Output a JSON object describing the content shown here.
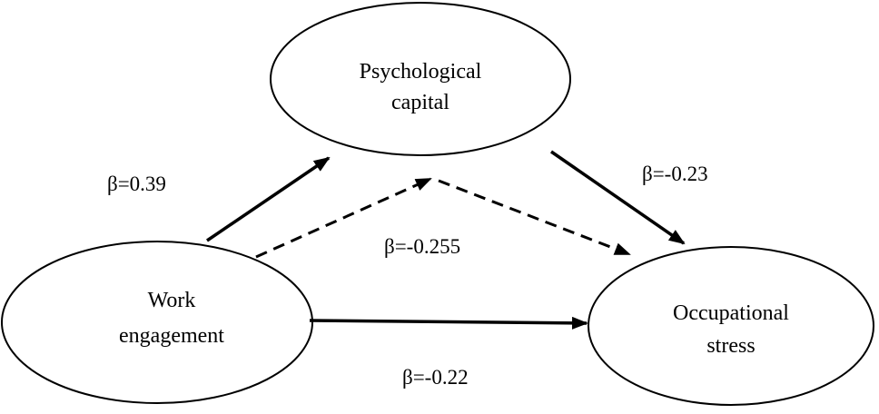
{
  "nodes": {
    "psychological_capital": {
      "line1": "Psychological",
      "line2": "capital"
    },
    "work_engagement": {
      "line1": "Work",
      "line2": "engagement"
    },
    "occupational_stress": {
      "line1": "Occupational",
      "line2": "stress"
    }
  },
  "paths": {
    "we_to_pc": {
      "label": "β=0.39",
      "style": "solid"
    },
    "pc_to_os": {
      "label": "β=-0.23",
      "style": "solid"
    },
    "indirect": {
      "label": "β=-0.255",
      "style": "dashed"
    },
    "we_to_os": {
      "label": "β=-0.22",
      "style": "solid"
    }
  },
  "colors": {
    "stroke": "#000000",
    "background": "#ffffff"
  }
}
